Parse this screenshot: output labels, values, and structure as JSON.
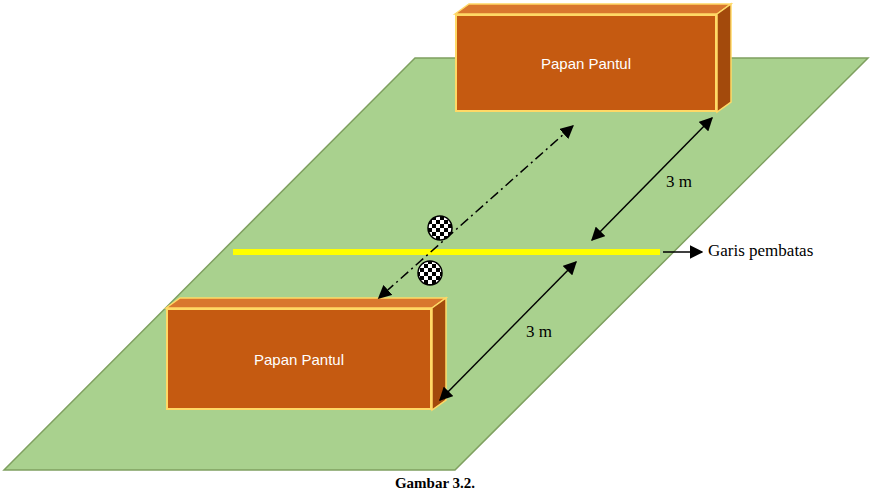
{
  "diagram": {
    "caption": "Gambar 3.2.",
    "nodes": [
      {
        "text": [
          "Papan Pantul"
        ]
      },
      {
        "text": [
          "Papan Pantul"
        ]
      }
    ],
    "edges": [
      {
        "from": 0,
        "to": 1,
        "arrow": "both"
      }
    ],
    "labels": [
      "3 m",
      "3 m",
      "Garis pembatas"
    ]
  }
}
